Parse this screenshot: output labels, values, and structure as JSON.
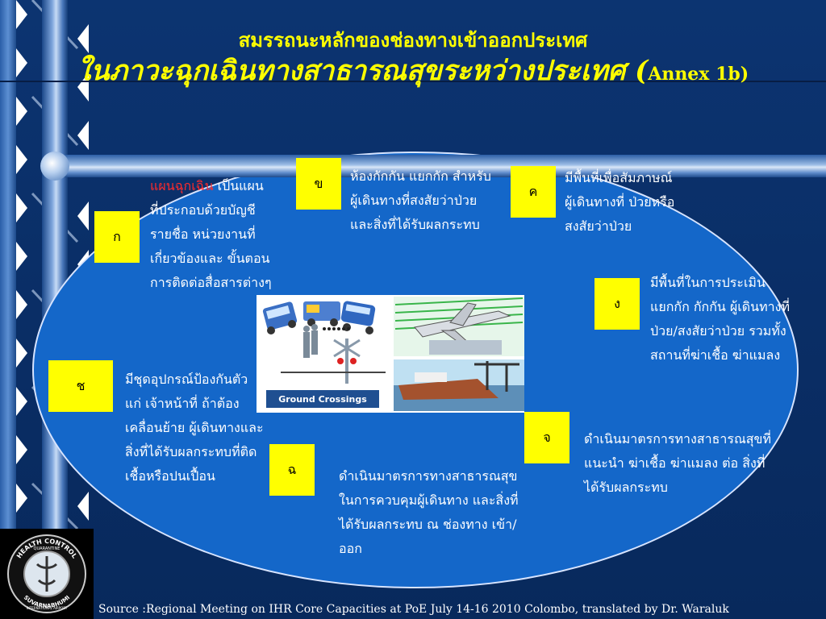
{
  "title": {
    "line1": "สมรรถนะหลักของช่องทางเข้าออกประเทศ",
    "line2": "ในภาวะฉุกเฉินทางสาธารณสุขระหว่างประเทศ (",
    "annex": "Annex 1b)"
  },
  "items": {
    "k": {
      "tag": "ก",
      "highlight": "แผนฉุกเฉิน",
      "text_lines": [
        " เป็นแผน",
        "ที่ประกอบด้วยบัญชี",
        "รายชื่อ หน่วยงานที่",
        "เกี่ยวข้องและ ขั้นตอน",
        "การติดต่อสื่อสารต่างๆ"
      ]
    },
    "kh": {
      "tag": "ข",
      "text_lines": [
        "ห้องกักกัน แยกกัก สำหรับ",
        "ผู้เดินทางที่สงสัยว่าป่วย",
        "และสิ่งที่ได้รับผลกระทบ"
      ]
    },
    "kho": {
      "tag": "ค",
      "text_lines": [
        "มีพื้นที่เพื่อสัมภาษณ์",
        "ผู้เดินทางที่ ป่วยหรือ",
        "สงสัยว่าป่วย"
      ]
    },
    "ng": {
      "tag": "ง",
      "text_lines": [
        "มีพื้นที่ในการประเมิน",
        "แยกกัก กักกัน ผู้เดินทางที่",
        "ป่วย/สงสัยว่าป่วย รวมทั้ง",
        "สถานที่ฆ่าเชื้อ ฆ่าแมลง"
      ]
    },
    "ch": {
      "tag": "จ",
      "text_lines": [
        "ดำเนินมาตรการทางสาธารณสุขที่",
        "แนะนำ ฆ่าเชื้อ ฆ่าแมลง ต่อ สิ่งที่",
        "ได้รับผลกระทบ"
      ]
    },
    "cho": {
      "tag": "ฉ",
      "text_lines": [
        "ดำเนินมาตรการทางสาธารณสุข",
        "ในการควบคุมผู้เดินทาง และสิ่งที่",
        "ได้รับผลกระทบ ณ ช่องทาง เข้า/",
        "ออก"
      ]
    },
    "chh": {
      "tag": "ช",
      "text_lines": [
        "มีชุดอุปกรณ์ป้องกันตัว",
        "แก่ เจ้าหน้าที่ ถ้าต้อง",
        "เคลื่อนย้าย ผู้เดินทางและ",
        "สิ่งที่ได้รับผลกระทบที่ติด",
        "เชื้อหรือปนเปื้อน"
      ]
    }
  },
  "picture": {
    "label": "Ground Crossings"
  },
  "logo": {
    "top_text": "HEALTH CONTROL",
    "sub_text": "QUARANTINE",
    "bottom_text": "SUVARNABHUMI",
    "bottom_sub": "INTERNATIONAL AIRPORT"
  },
  "source": "Source :Regional Meeting on IHR Core Capacities at PoE July 14-16 2010 Colombo, translated by Dr. Waraluk",
  "colors": {
    "background": "#0c3471",
    "oval": "#1467c9",
    "tag": "#ffff00",
    "title": "#ffff00",
    "highlight": "#ff2a2a"
  }
}
